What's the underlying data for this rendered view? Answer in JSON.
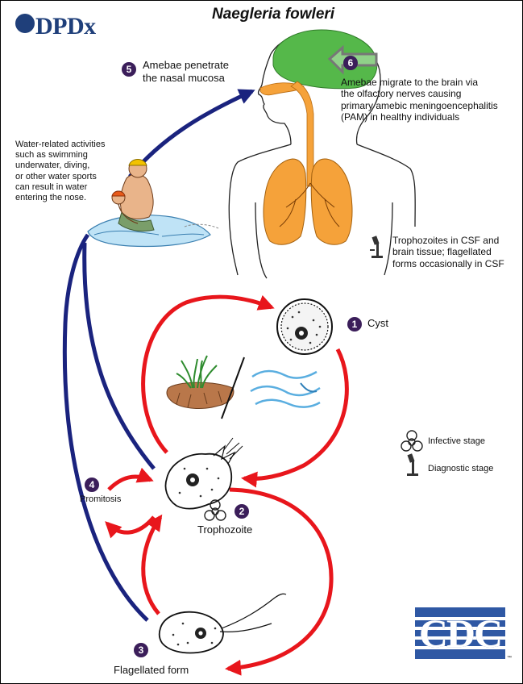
{
  "header": {
    "logo_text": "DPDx",
    "title": "Naegleria fowleri",
    "cdc_logo_text": "CDC",
    "cdc_tm": "™"
  },
  "steps": [
    {
      "number": "1",
      "label": "Cyst"
    },
    {
      "number": "2",
      "label": "Trophozoite"
    },
    {
      "number": "3",
      "label": "Flagellated form"
    },
    {
      "number": "4",
      "label": "Promitosis"
    },
    {
      "number": "5",
      "label": "Amebae penetrate the nasal mucosa",
      "lines": [
        "Amebae penetrate",
        "the nasal mucosa"
      ]
    },
    {
      "number": "6",
      "lines": [
        "Amebae migrate to the brain via",
        "the olfactory nerves causing",
        "primary amebic meningoencephalitis",
        "(PAM) in healthy individuals"
      ]
    }
  ],
  "water_note": {
    "lines": [
      "Water-related activities",
      "such as swimming",
      "underwater, diving,",
      "or other water sports",
      "can result in water",
      "entering the nose."
    ]
  },
  "diagnostic_note": {
    "lines": [
      "Trophozoites in CSF and",
      "brain tissue; flagellated",
      "forms occasionally in CSF"
    ]
  },
  "legend": {
    "infective": "Infective stage",
    "diagnostic": "Diagnostic stage"
  },
  "colors": {
    "cycle_arrow": "#e8161c",
    "infection_arrow": "#1a237e",
    "badge": "#3b1e5a",
    "brain": "#55b84a",
    "lungs": "#f5a23a",
    "logo_blue": "#1f3f7a",
    "cdc_blue": "#2f58a4"
  },
  "icons": [
    "biohazard-icon",
    "microscope-icon",
    "grass-icon",
    "water-waves-icon",
    "swimmer-icon"
  ]
}
